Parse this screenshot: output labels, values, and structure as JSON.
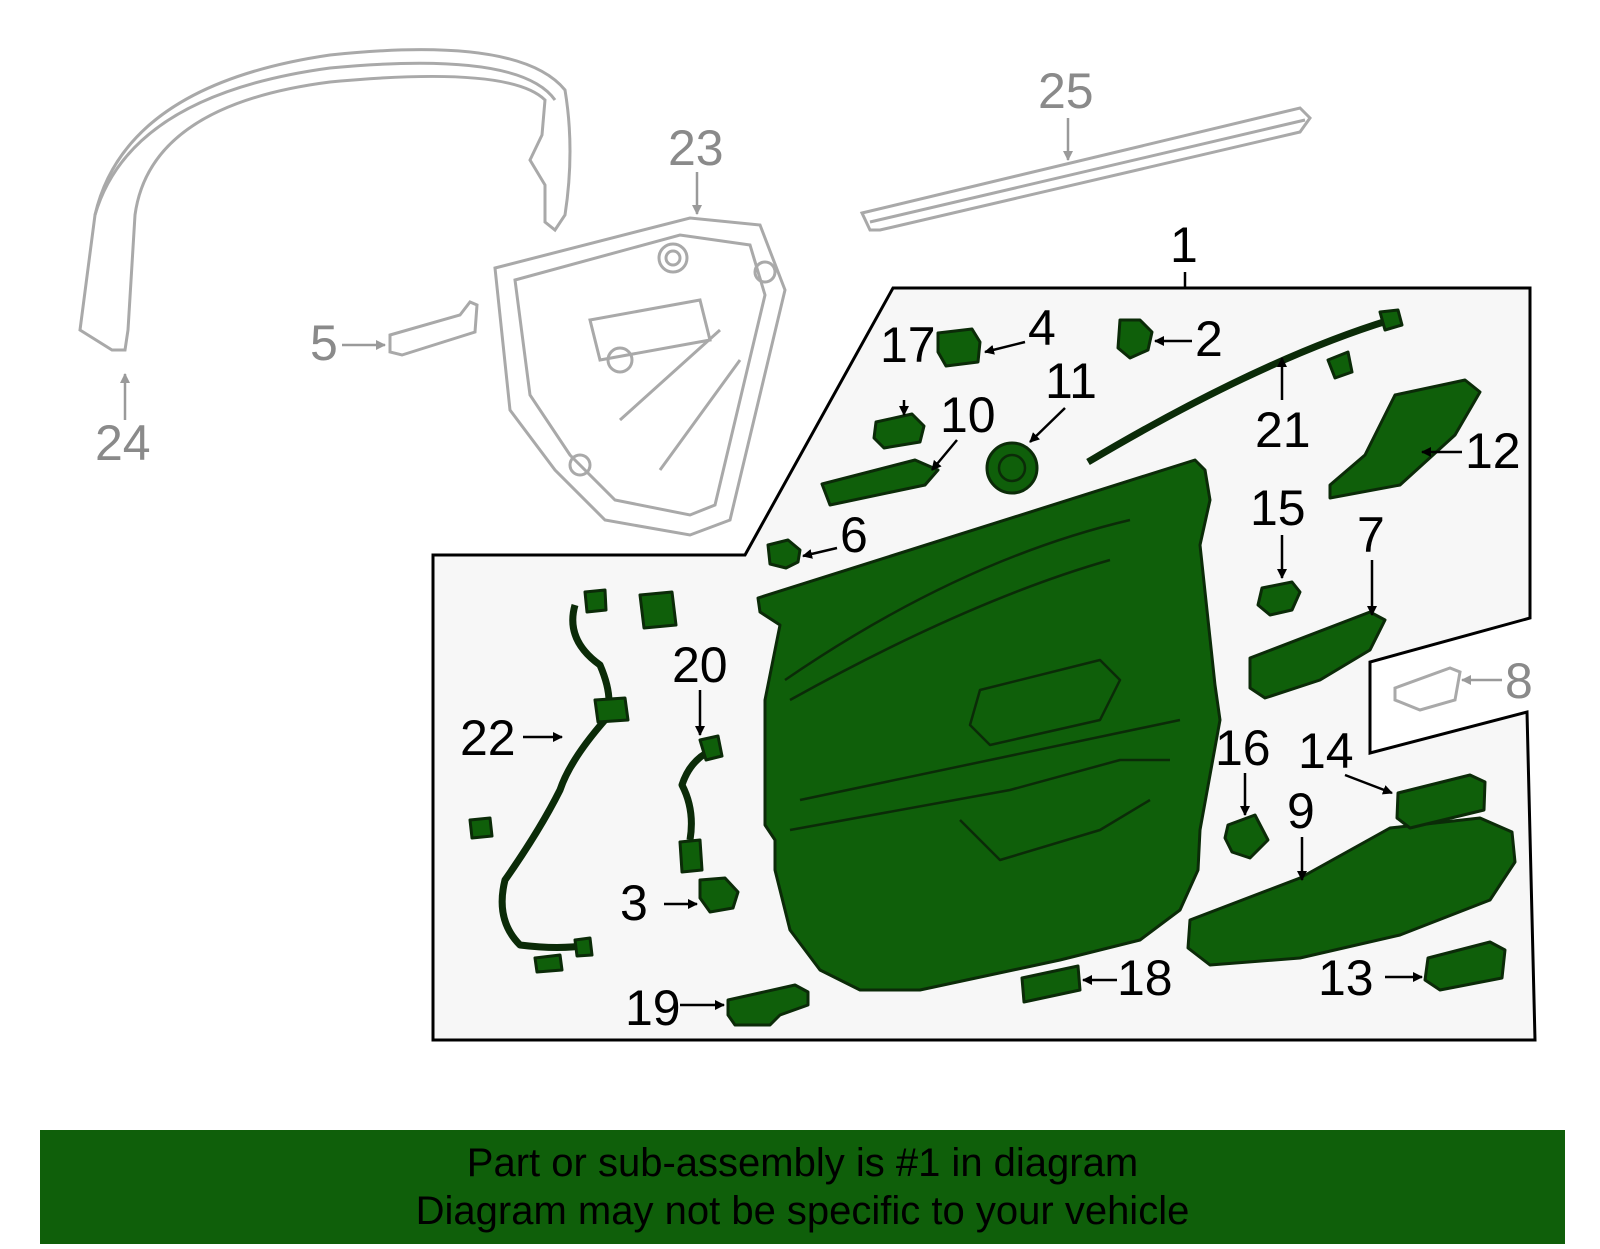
{
  "colors": {
    "part_fill": "#0f5f0a",
    "part_stroke": "#0b2b08",
    "ghost_stroke": "#a9a9a9",
    "panel_fill": "#f7f7f7",
    "banner_bg": "#0f5f0a",
    "label_dark": "#000000",
    "label_light": "#8a8a8a"
  },
  "callouts": {
    "c1": "1",
    "c2": "2",
    "c3": "3",
    "c4": "4",
    "c5": "5",
    "c6": "6",
    "c7": "7",
    "c8": "8",
    "c9": "9",
    "c10": "10",
    "c11": "11",
    "c12": "12",
    "c13": "13",
    "c14": "14",
    "c15": "15",
    "c16": "16",
    "c17": "17",
    "c18": "18",
    "c19": "19",
    "c20": "20",
    "c21": "21",
    "c22": "22",
    "c23": "23",
    "c24": "24",
    "c25": "25"
  },
  "banner": {
    "line1": "Part or sub-assembly is #1 in diagram",
    "line2": "Diagram may not be specific to your vehicle"
  }
}
